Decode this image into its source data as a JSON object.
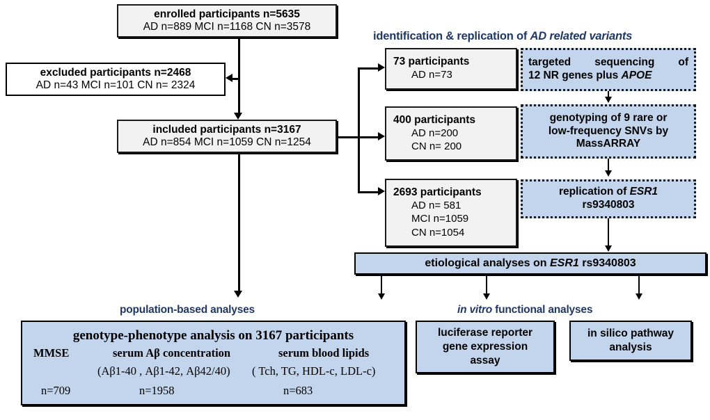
{
  "headers": {
    "identification": {
      "pre": "identification & replication of ",
      "italic": "AD  related  variants"
    },
    "population": "population-based analyses",
    "invitro": {
      "italic": "in vitro",
      "post": " functional analyses"
    }
  },
  "flow": {
    "enrolled": {
      "title": "enrolled  participants n=5635",
      "detail": "AD n=889 MCI n=1168 CN n=3578"
    },
    "excluded": {
      "title": "excluded participants n=2468",
      "detail": "AD n=43 MCI n=101 CN n= 2324"
    },
    "included": {
      "title": "included participants n=3167",
      "detail": "AD n=854 MCI n=1059 CN n=1254"
    }
  },
  "cohorts": [
    {
      "title": "73 participants",
      "lines": [
        "AD n=73"
      ]
    },
    {
      "title": "400 participants",
      "lines": [
        "AD n=200",
        "CN n= 200"
      ]
    },
    {
      "title": "2693 participants",
      "lines": [
        "AD n= 581",
        "MCI n=1059",
        "CN n=1054"
      ]
    }
  ],
  "methods": [
    {
      "line1": "targeted  sequencing  of",
      "line2_pre": "12 NR genes plus ",
      "line2_italic": "APOE"
    },
    {
      "line1": "genotyping of 9 rare or",
      "line2": "low-frequency SNVs by",
      "line3": "MassARRAY"
    },
    {
      "line1_pre": "replication of  ",
      "line1_italic": "ESR1",
      "line2": "rs9340803"
    }
  ],
  "etiological": {
    "pre": "etiological analyses on ",
    "italic": "ESR1",
    "post": " rs9340803"
  },
  "population_box": {
    "heading": "genotype-phenotype analysis on 3167 participants",
    "columns": [
      {
        "label": "MMSE",
        "detail": "",
        "n": "n=709"
      },
      {
        "label": "serum Aβ concentration",
        "detail": "(Aβ1-40 ,  Aβ1-42, Aβ42/40)",
        "n": "n=1958"
      },
      {
        "label": "serum blood lipids",
        "detail": "( Tch, TG, HDL-c, LDL-c)",
        "n": "n=683"
      }
    ]
  },
  "functional_boxes": [
    {
      "lines": [
        "luciferase  reporter",
        "gene expression",
        "assay"
      ]
    },
    {
      "lines": [
        "in silico pathway",
        "analysis"
      ]
    }
  ],
  "colors": {
    "blue_fill": "#c3d5ec",
    "grey_fill": "#f2f2f2",
    "header_text": "#1f3864",
    "stroke": "#000000"
  }
}
